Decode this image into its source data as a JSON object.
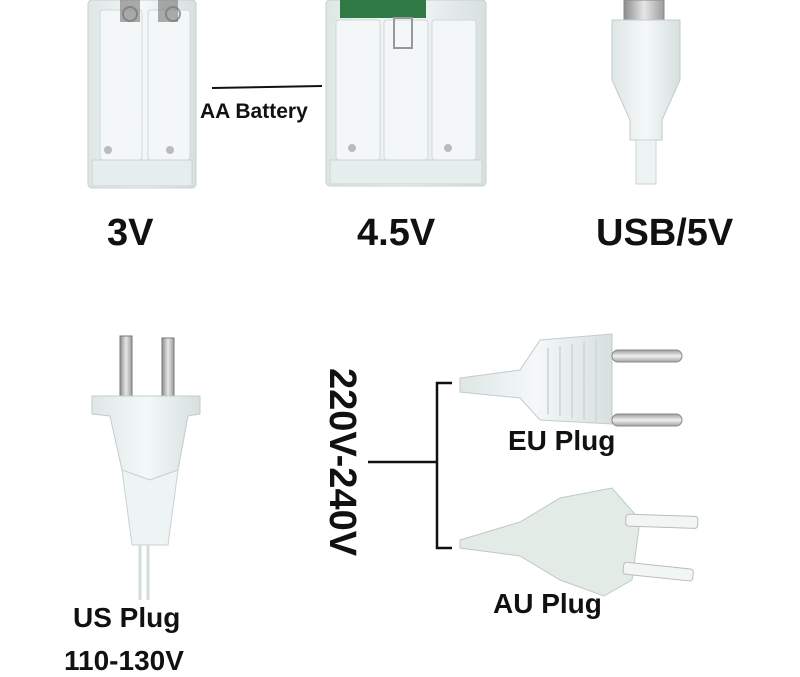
{
  "labels": {
    "aa_battery": "AA Battery",
    "v3": "3V",
    "v45": "4.5V",
    "usb": "USB/5V",
    "voltage_range_eu_au": "220V-240V",
    "eu_plug": "EU Plug",
    "au_plug": "AU Plug",
    "us_plug": "US Plug",
    "us_voltage": "110-130V"
  },
  "colors": {
    "plastic": "#eef3f3",
    "plastic_edge": "#c9d3d3",
    "metal": "#b9b9b9",
    "pcb": "#2f7a45",
    "text": "#111111"
  },
  "items": [
    {
      "name": "2-aa-battery-box",
      "icon": "battery-box-icon"
    },
    {
      "name": "3-aa-battery-box",
      "icon": "battery-box-icon"
    },
    {
      "name": "usb-plug",
      "icon": "usb-plug-icon"
    },
    {
      "name": "us-plug",
      "icon": "us-plug-icon"
    },
    {
      "name": "eu-plug",
      "icon": "eu-plug-icon"
    },
    {
      "name": "au-plug",
      "icon": "au-plug-icon"
    }
  ]
}
